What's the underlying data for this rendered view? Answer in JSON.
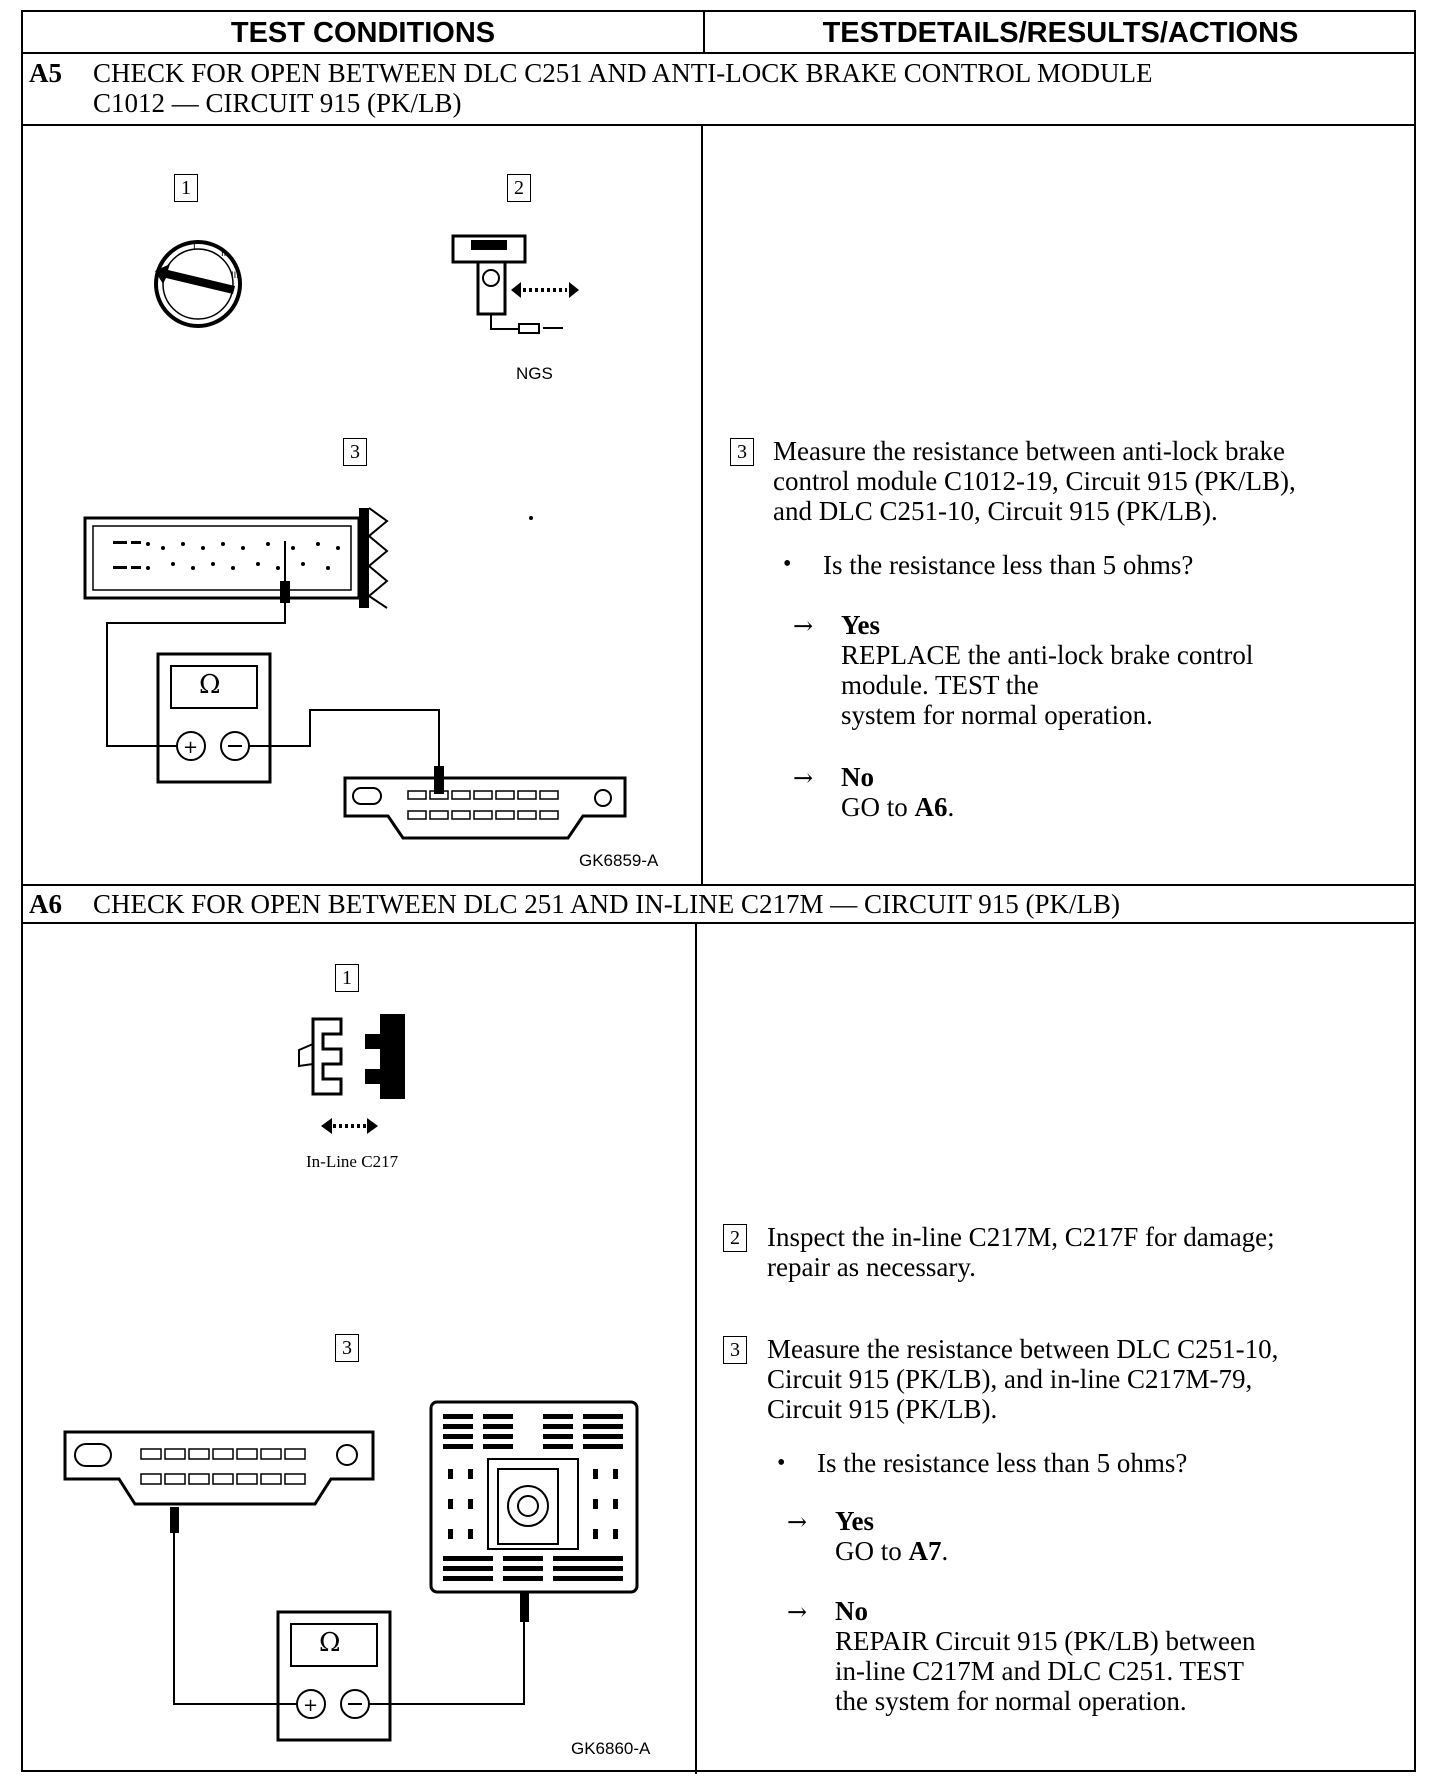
{
  "header": {
    "left": "TEST CONDITIONS",
    "right": "TESTDETAILS/RESULTS/ACTIONS"
  },
  "a5": {
    "id": "A5",
    "title_line1": "CHECK FOR OPEN BETWEEN DLC C251 AND ANTI-LOCK BRAKE CONTROL MODULE",
    "title_line2": "C1012 — CIRCUIT 915 (PK/LB)",
    "fig_steps": [
      "1",
      "2",
      "3"
    ],
    "ngs_label": "NGS",
    "ohm_symbol": "Ω",
    "figure_code": "GK6859-A",
    "step_number": "3",
    "measure_line1": "Measure the resistance between anti-lock brake",
    "measure_line2": "control module C1012-19, Circuit 915 (PK/LB),",
    "measure_line3": "and DLC C251-10, Circuit 915 (PK/LB).",
    "question": "Is the resistance less than 5 ohms?",
    "yes_label": "Yes",
    "yes_line1": "REPLACE the anti-lock brake control",
    "yes_line2": "module. TEST the",
    "yes_line3": "system for normal operation.",
    "no_label": "No",
    "no_text": "GO to ",
    "no_target": "A6",
    "no_end": "."
  },
  "a6": {
    "id": "A6",
    "title": "CHECK FOR OPEN BETWEEN DLC 251 AND IN-LINE C217M — CIRCUIT 915 (PK/LB)",
    "fig_steps": [
      "1",
      "3"
    ],
    "inline_label": "In-Line C217",
    "ohm_symbol": "Ω",
    "figure_code": "GK6860-A",
    "step2_number": "2",
    "step2_line1": "Inspect the in-line C217M, C217F for damage;",
    "step2_line2": "repair as necessary.",
    "step3_number": "3",
    "step3_line1": "Measure the resistance between DLC C251-10,",
    "step3_line2": "Circuit 915 (PK/LB), and in-line C217M-79,",
    "step3_line3": "Circuit 915 (PK/LB).",
    "question": "Is the resistance less than 5 ohms?",
    "yes_label": "Yes",
    "yes_text": "GO to ",
    "yes_target": "A7",
    "yes_end": ".",
    "no_label": "No",
    "no_line1": "REPAIR Circuit 915 (PK/LB) between",
    "no_line2": "in-line C217M and DLC C251. TEST",
    "no_line3": "the system for normal operation."
  },
  "symbols": {
    "bullet": "•",
    "arrow": "→"
  }
}
